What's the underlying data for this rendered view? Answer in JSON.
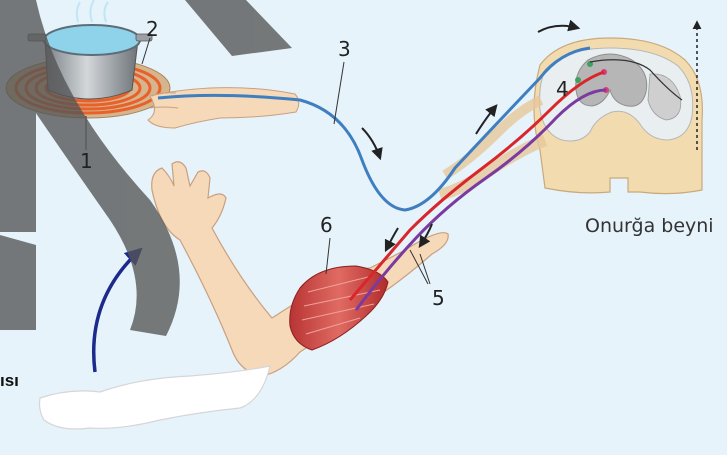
{
  "labels": {
    "n1": "1",
    "n2": "2",
    "n3": "3",
    "n4": "4",
    "n5": "5",
    "n6": "6",
    "spinal_cord": "Onurğa beyni",
    "partial_caption": "ısı"
  },
  "colors": {
    "background": "#e6f3fb",
    "skin": "#f6d9b8",
    "sensory_nerve": "#3f7fc0",
    "motor_nerve": "#d8262a",
    "interneuron": "#7a3aa0",
    "muscle": "#c9403f",
    "heater_coil": "#e8612a",
    "watermark": "#555555",
    "movement_arrow": "#1c2a8c"
  },
  "icons": [
    "pot-icon",
    "heater-coil-icon",
    "hand-icon",
    "spinal-cord-icon",
    "muscle-icon",
    "arrow-icon"
  ]
}
